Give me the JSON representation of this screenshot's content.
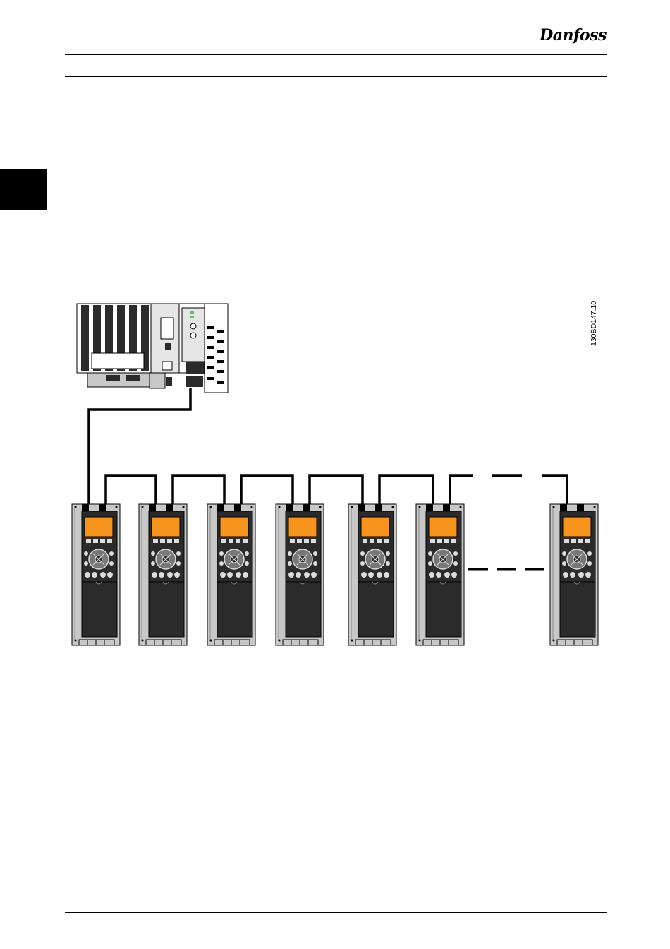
{
  "header": {
    "logo_text": "Danfoss"
  },
  "figure": {
    "id_code": "130BD147.10",
    "drive_count": 7,
    "colors": {
      "display": "#f7941d",
      "body": "#2b2b2b",
      "frame": "#c8c8c8",
      "cable": "#000000"
    },
    "icons": [
      "plc-controller-icon",
      "frequency-drive-icon"
    ]
  }
}
